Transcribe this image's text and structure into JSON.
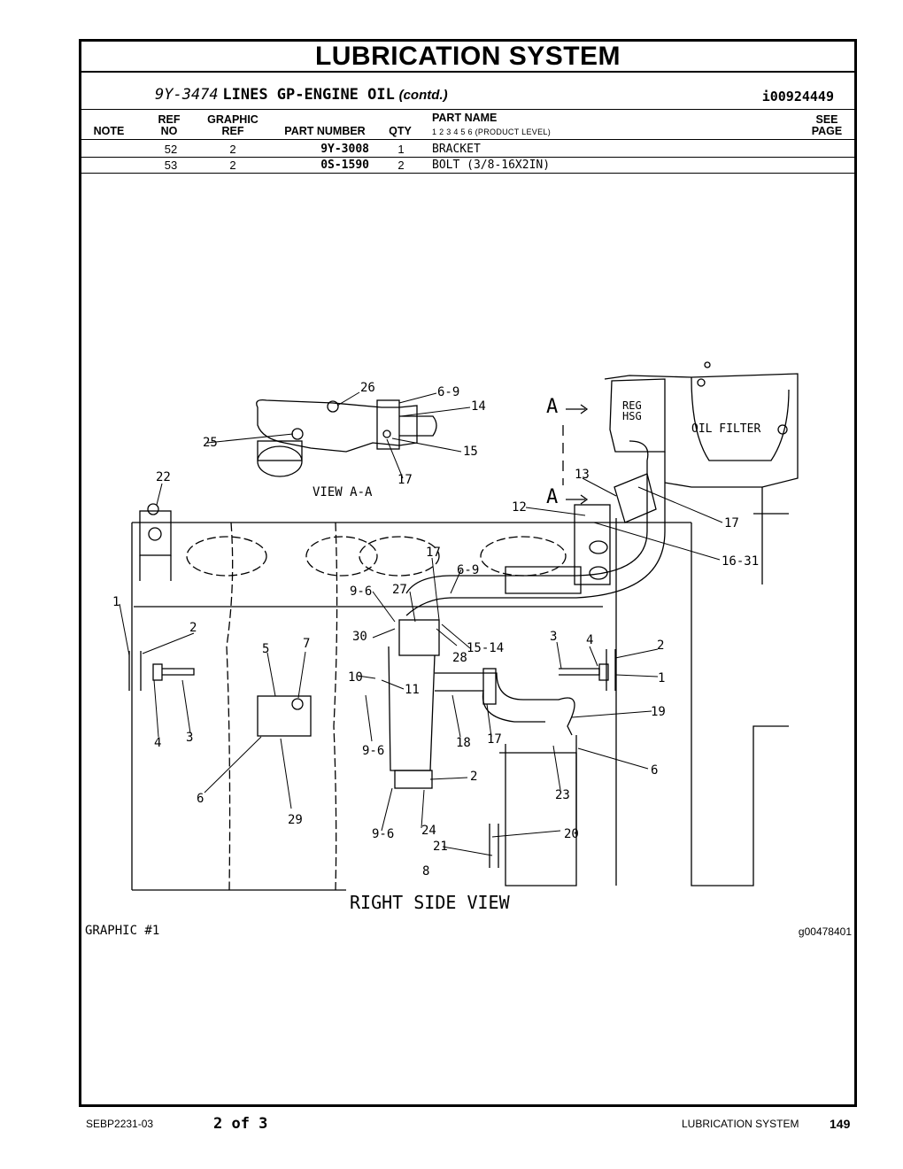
{
  "page": {
    "title": "LUBRICATION SYSTEM",
    "group_part_number": "9Y-3474",
    "group_name": "LINES GP-ENGINE OIL",
    "group_cont": "(contd.)",
    "illustration_id": "i00924449"
  },
  "table": {
    "headers": {
      "note": "NOTE",
      "ref_no": [
        "REF",
        "NO"
      ],
      "graphic_ref": [
        "GRAPHIC",
        "REF"
      ],
      "part_number": "PART NUMBER",
      "qty": "QTY",
      "part_name": "PART NAME",
      "product_level": "1   2   3   4   5   6   (PRODUCT LEVEL)",
      "see_page": [
        "SEE",
        "PAGE"
      ]
    },
    "rows": [
      {
        "ref_no": "52",
        "graphic_ref": "2",
        "part_number": "9Y-3008",
        "qty": "1",
        "part_name": "BRACKET"
      },
      {
        "ref_no": "53",
        "graphic_ref": "2",
        "part_number": "0S-1590",
        "qty": "2",
        "part_name": "BOLT (3/8-16X2IN)"
      }
    ]
  },
  "drawing": {
    "view_aa": "VIEW A-A",
    "right_side_view": "RIGHT SIDE VIEW",
    "reg_hsg": [
      "REG",
      "HSG"
    ],
    "oil_filter": "OIL FILTER",
    "section_marker": "A",
    "callouts": [
      "26",
      "6-9",
      "14",
      "25",
      "15",
      "17",
      "22",
      "13",
      "12",
      "17",
      "16-31",
      "17",
      "6-9",
      "9-6",
      "27",
      "1",
      "2",
      "30",
      "28",
      "15-14",
      "3",
      "4",
      "2",
      "5",
      "7",
      "10",
      "11",
      "1",
      "19",
      "4",
      "3",
      "9-6",
      "18",
      "17",
      "6",
      "2",
      "6",
      "23",
      "29",
      "9-6",
      "24",
      "21",
      "20",
      "8"
    ]
  },
  "captions": {
    "graphic_label": "GRAPHIC #1",
    "graphic_id": "g00478401"
  },
  "footer": {
    "doc_number": "SEBP2231-03",
    "pagination": "2 of 3",
    "section": "LUBRICATION SYSTEM",
    "page_number": "149"
  }
}
